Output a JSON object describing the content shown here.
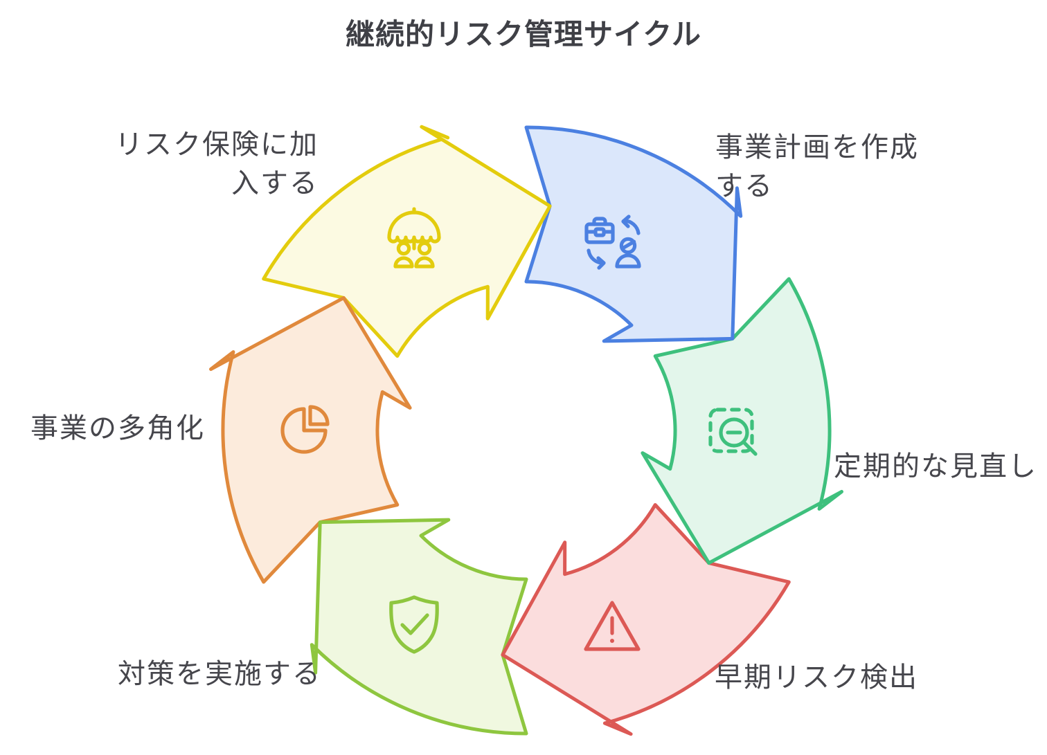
{
  "title": "継続的リスク管理サイクル",
  "text_color": "#46464c",
  "background_color": "#ffffff",
  "cycle": {
    "type": "circular-arrow-cycle",
    "direction": "clockwise",
    "steps": [
      {
        "id": "create-business-plan",
        "label": "事業計画を作成\nする",
        "icon": "briefcase-person-exchange-icon",
        "stroke_color": "#4b80e1",
        "fill_color": "#dbe7fb"
      },
      {
        "id": "periodic-review",
        "label": "定期的な見直し",
        "icon": "scan-search-icon",
        "stroke_color": "#3ec07d",
        "fill_color": "#e3f6eb"
      },
      {
        "id": "early-risk-detection",
        "label": "早期リスク検出",
        "icon": "warning-triangle-icon",
        "stroke_color": "#dc5955",
        "fill_color": "#fbdddd"
      },
      {
        "id": "implement-countermeasures",
        "label": "対策を実施する",
        "icon": "shield-check-icon",
        "stroke_color": "#8ec63f",
        "fill_color": "#f0f8e0"
      },
      {
        "id": "business-diversification",
        "label": "事業の多角化",
        "icon": "pie-chart-icon",
        "stroke_color": "#e0893c",
        "fill_color": "#fcebdc"
      },
      {
        "id": "join-risk-insurance",
        "label": "リスク保険に加\n入する",
        "icon": "umbrella-people-icon",
        "stroke_color": "#e3cc0d",
        "fill_color": "#fcfae2"
      }
    ]
  }
}
